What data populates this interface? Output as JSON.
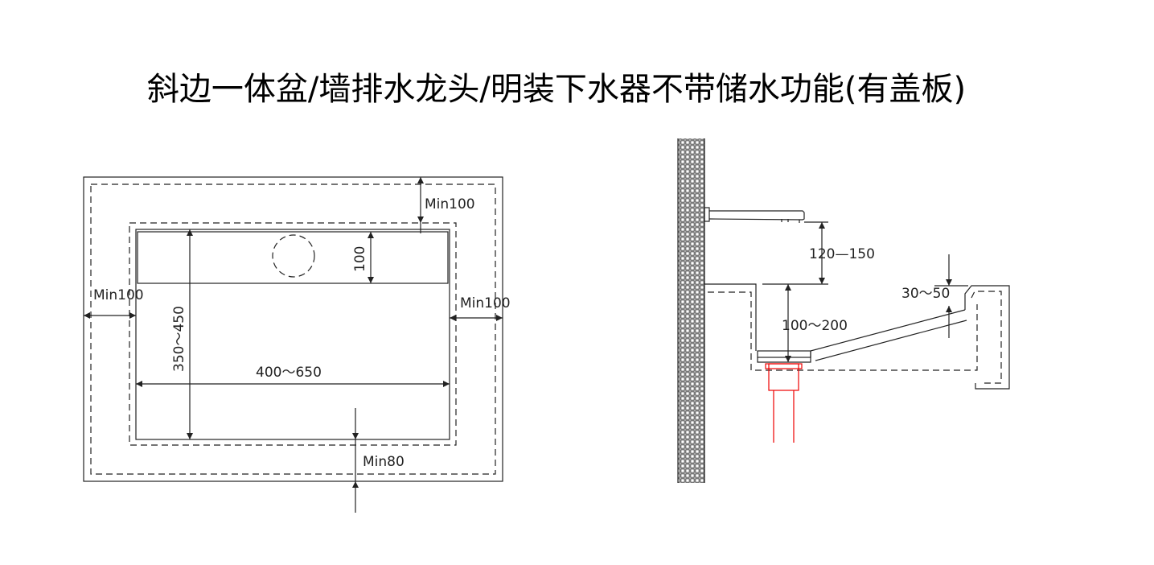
{
  "title": "斜边一体盆/墙排水龙头/明装下水器不带储水功能(有盖板)",
  "plan_view": {
    "dim_top_clearance": "Min100",
    "dim_left_clearance": "Min100",
    "dim_right_clearance": "Min100",
    "dim_bottom_clearance": "Min80",
    "dim_depth": "350～450",
    "dim_width": "400～650",
    "dim_shelf": "100"
  },
  "section_view": {
    "dim_faucet_height": "120—150",
    "dim_basin_depth": "100～200",
    "dim_slope": "30～50"
  },
  "colors": {
    "line": "#222222",
    "drain": "#e00000"
  }
}
